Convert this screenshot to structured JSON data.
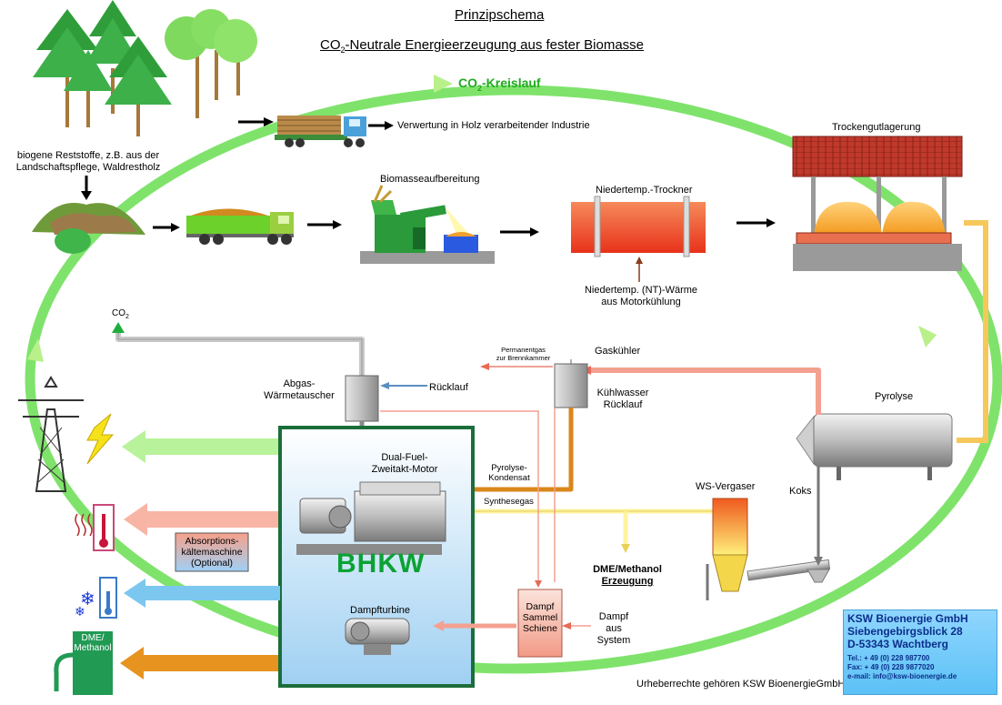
{
  "titles": {
    "main": "Prinzipschema",
    "subtitle_prefix": "CO",
    "subtitle_sub": "2",
    "subtitle_suffix": "-Neutrale Energieerzeugung aus fester Biomasse"
  },
  "cycle": {
    "prefix": "CO",
    "sub": "2",
    "suffix": "-Kreislauf"
  },
  "labels": {
    "residues_line1": "biogene Reststoffe, z.B. aus der",
    "residues_line2": "Landschaftspflege, Waldrestholz",
    "wood_industry": "Verwertung in Holz verarbeitender Industrie",
    "biomass_prep": "Biomasseaufbereitung",
    "dryer": "Niedertemp.-Trockner",
    "nt_heat_line1": "Niedertemp. (NT)-Wärme",
    "nt_heat_line2": "aus Motorkühlung",
    "dry_storage": "Trockengutlagerung",
    "co2": "CO",
    "co2_sub": "2",
    "exhaust_hx_line1": "Abgas-",
    "exhaust_hx_line2": "Wärmetauscher",
    "return_flow": "Rücklauf",
    "permanent_gas_line1": "Permanentgas",
    "permanent_gas_line2": "zur Brennkammer",
    "gas_cooler": "Gaskühler",
    "coolant_line1": "Kühlwasser",
    "coolant_line2": "Rücklauf",
    "pyrolysis": "Pyrolyse",
    "engine_line1": "Dual-Fuel-",
    "engine_line2": "Zweitakt-Motor",
    "pyro_condensate_line1": "Pyrolyse-",
    "pyro_condensate_line2": "Kondensat",
    "syngas": "Synthesegas",
    "gasifier": "WS-Vergaser",
    "coke": "Koks",
    "bhkw": "BHKW",
    "absorption_line1": "Absorptions-",
    "absorption_line2": "kältemaschine",
    "absorption_line3": "(Optional)",
    "dme_prod_line1": "DME/Methanol",
    "dme_prod_line2": "Erzeugung",
    "steam_turbine": "Dampfturbine",
    "steam_bus_line1": "Dampf",
    "steam_bus_line2": "Sammel",
    "steam_bus_line3": "Schiene",
    "steam_from_line1": "Dampf",
    "steam_from_line2": "aus",
    "steam_from_line3": "System",
    "dme_pump_line1": "DME/",
    "dme_pump_line2": "Methanol",
    "copyright": "Urheberrechte gehören KSW BioenergieGmbH"
  },
  "company": {
    "name": "KSW Bioenergie GmbH",
    "street": "Siebengebirgsblick 28",
    "city": "D-53343 Wachtberg",
    "tel": "Tel.: + 49 (0) 228 987700",
    "fax": "Fax: + 49 (0) 228 9877020",
    "email": "e-mail: info@ksw-bioenergie.de"
  },
  "colors": {
    "cycle_green": "#7fe36b",
    "bhkw_border": "#1b6e3a",
    "bhkw_fill_top": "#ffffff",
    "bhkw_fill_bottom": "#a9d6f5",
    "heat_red": "#f4a090",
    "syngas_yellow": "#fff3a0",
    "condensate_orange": "#d9861a",
    "cold_blue": "#7cc7f0",
    "dme_orange": "#e69320",
    "exhaust_grey": "#c8c8c8"
  }
}
